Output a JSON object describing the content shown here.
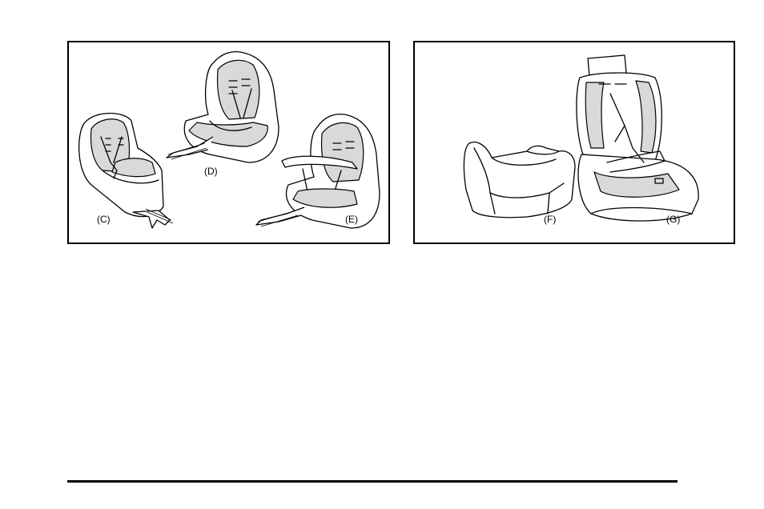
{
  "figure_left": {
    "labels": {
      "c": "(C)",
      "d": "(D)",
      "e": "(E)"
    }
  },
  "figure_right": {
    "labels": {
      "f": "(F)",
      "g": "(G)"
    }
  }
}
